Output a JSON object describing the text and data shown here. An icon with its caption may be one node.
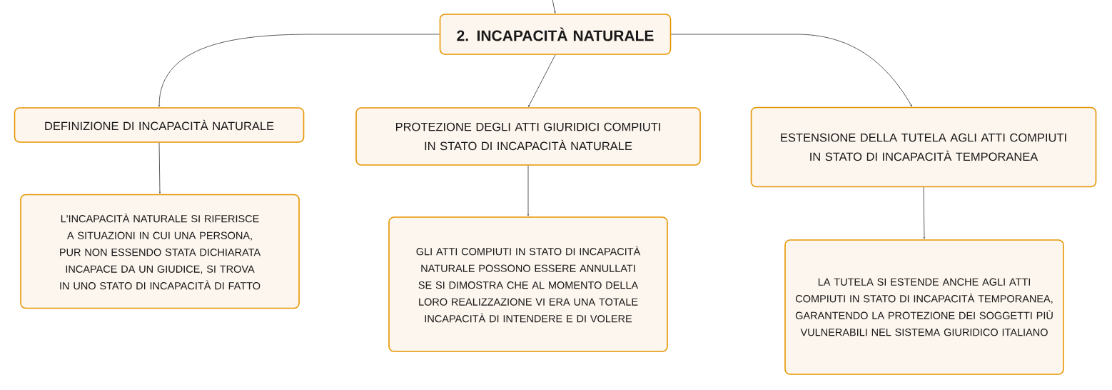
{
  "diagram": {
    "nodes": [
      {
        "text": [
          "2. INCAPACITÀ NATURALE"
        ]
      },
      {
        "text": [
          "DEFINIZIONE DI INCAPACITÀ NATURALE"
        ]
      },
      {
        "text": [
          "PROTEZIONE DEGLI ATTI GIURIDICI COMPIUTI IN STATO DI INCAPACITÀ NATURALE"
        ]
      },
      {
        "text": [
          "ESTENSIONE DELLA TUTELA AGLI ATTI COMPIUTI IN STATO DI INCAPACITÀ TEMPORANEA"
        ]
      },
      {
        "text": [
          "L'INCAPACITÀ NATURALE SI RIFERISCE A SITUAZIONI IN CUI UNA PERSONA, PUR NON ESSENDO STATA DICHIARATA INCAPACE DA UN GIUDICE, SI TROVA IN UNO STATO DI INCAPACITÀ DI FATTO"
        ]
      },
      {
        "text": [
          "GLI ATTI COMPIUTI IN STATO DI INCAPACITÀ NATURALE POSSONO ESSERE ANNULLATI SE SI DIMOSTRA CHE AL MOMENTO DELLA LORO REALIZZAZIONE VI ERA UNA TOTALE INCAPACITÀ DI INTENDERE E DI VOLERE"
        ]
      },
      {
        "text": [
          "LA TUTELA SI ESTENDE ANCHE AGLI ATTI COMPIUTI IN STATO DI INCAPACITÀ TEMPORANEA, GARANTENDO LA PROTEZIONE DEI SOGGETTI PIÙ VULNERABILI NEL SISTEMA GIURIDICO ITALIANO"
        ]
      }
    ],
    "edges": [
      {
        "from": null,
        "to": 0,
        "arrow": "to"
      },
      {
        "from": 0,
        "to": 1,
        "arrow": "to"
      },
      {
        "from": 0,
        "to": 2,
        "arrow": "to"
      },
      {
        "from": 0,
        "to": 3,
        "arrow": "to"
      },
      {
        "from": 1,
        "to": 4,
        "arrow": "to"
      },
      {
        "from": 2,
        "to": 5,
        "arrow": "to"
      },
      {
        "from": 3,
        "to": 6,
        "arrow": "to"
      }
    ]
  }
}
